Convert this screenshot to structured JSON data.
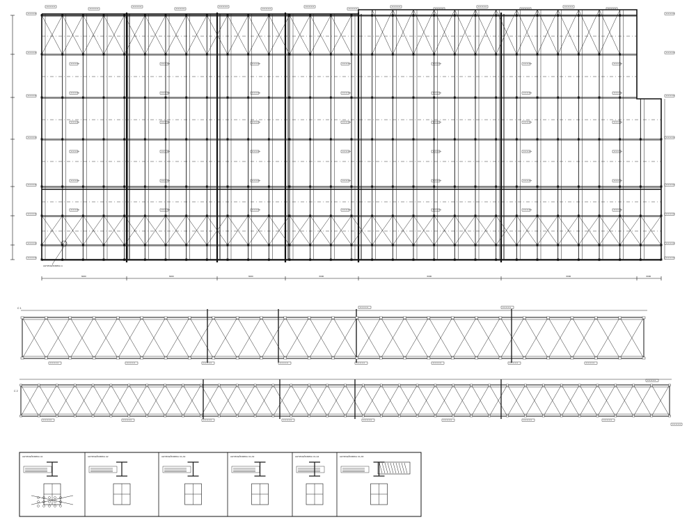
{
  "plan": {
    "columns": 30,
    "rows": 8,
    "note_label": "АНТИСЕЙСМИКА А"
  },
  "elevation_1": {
    "label": "С 1"
  },
  "elevation_2": {
    "label": "С 2"
  },
  "details": [
    {
      "title": "АНТИСЕЙСМИКА А1"
    },
    {
      "title": "АНТИСЕЙСМИКА А2"
    },
    {
      "title": "АНТИСЕЙСМИКА С1-А3"
    },
    {
      "title": "АНТИСЕЙСМИКА С1-А3"
    },
    {
      "title": "АНТИСЕЙСМИКА С1-А4"
    },
    {
      "title": "АНТИСЕЙСМИКА С1-А5"
    }
  ]
}
